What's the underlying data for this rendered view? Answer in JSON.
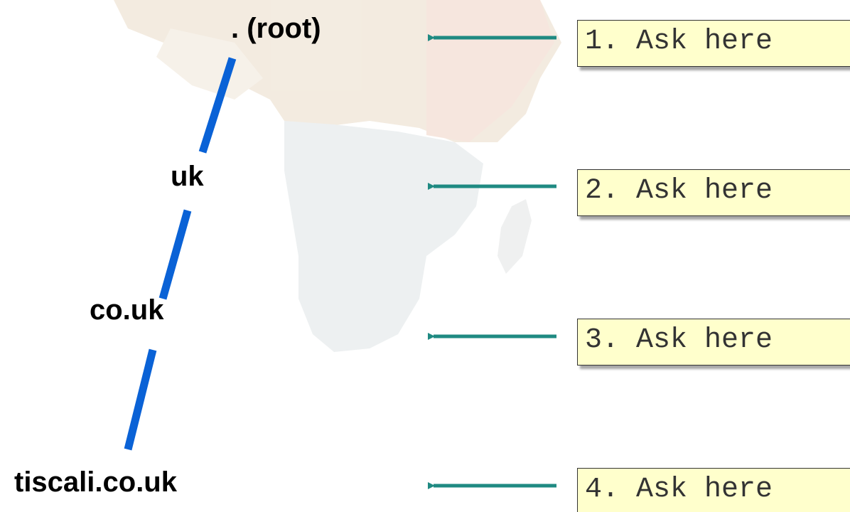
{
  "colors": {
    "tree_line": "#0a62d6",
    "arrow": "#1f8a82",
    "box_fill": "#ffffcc",
    "box_border": "#333333",
    "label": "#000000",
    "map_tint": "#e8dccc"
  },
  "tree": {
    "nodes": [
      {
        "id": "root",
        "label": ".  (root)"
      },
      {
        "id": "uk",
        "label": "uk"
      },
      {
        "id": "co-uk",
        "label": "co.uk"
      },
      {
        "id": "tiscali-co-uk",
        "label": "tiscali.co.uk"
      }
    ]
  },
  "steps": [
    {
      "label": "1. Ask here"
    },
    {
      "label": "2. Ask here"
    },
    {
      "label": "3. Ask here"
    },
    {
      "label": "4. Ask here"
    }
  ],
  "background": {
    "icon": "africa-map-watermark"
  }
}
